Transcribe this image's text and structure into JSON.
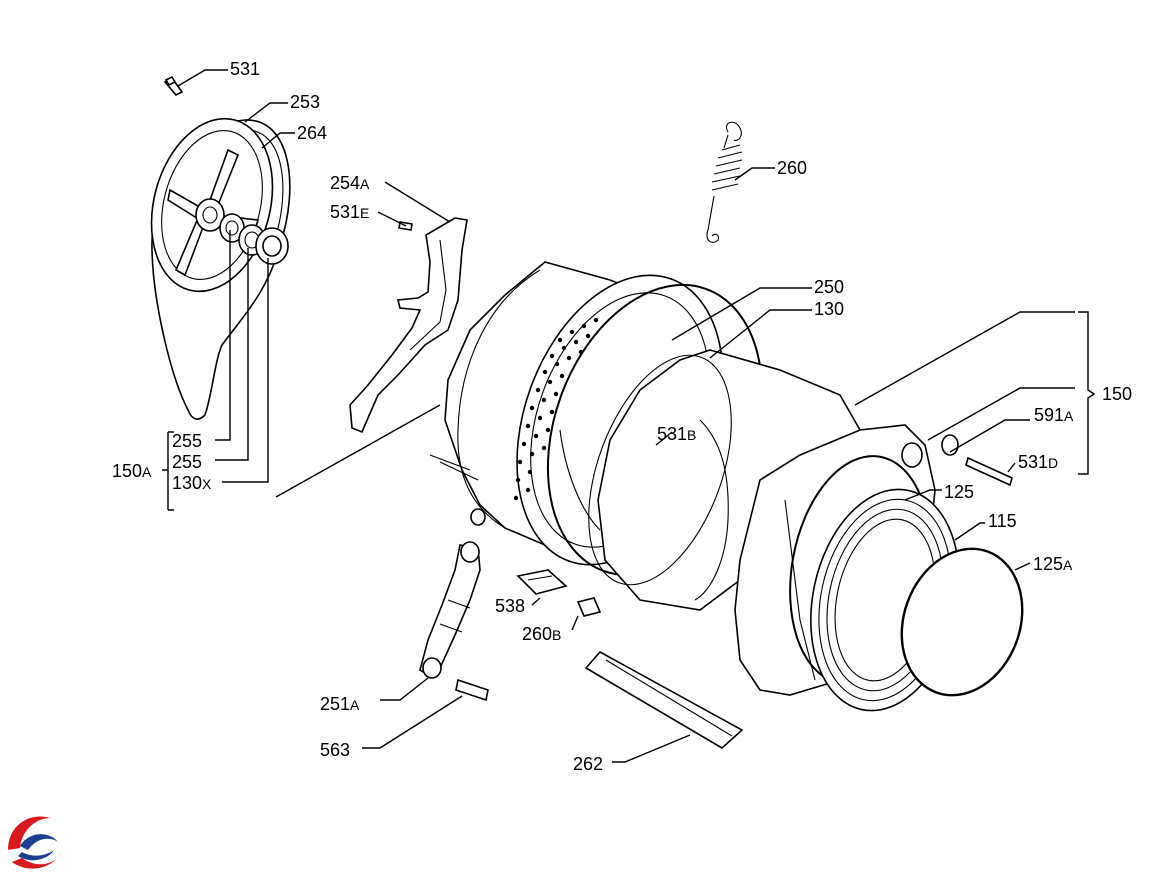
{
  "callouts": {
    "c531": {
      "num": "531",
      "suffix": ""
    },
    "c253": {
      "num": "253",
      "suffix": ""
    },
    "c264": {
      "num": "264",
      "suffix": ""
    },
    "c254A": {
      "num": "254",
      "suffix": "A"
    },
    "c531E": {
      "num": "531",
      "suffix": "E"
    },
    "c260": {
      "num": "260",
      "suffix": ""
    },
    "c250": {
      "num": "250",
      "suffix": ""
    },
    "c130": {
      "num": "130",
      "suffix": ""
    },
    "c150": {
      "num": "150",
      "suffix": ""
    },
    "c591A": {
      "num": "591",
      "suffix": "A"
    },
    "c531D": {
      "num": "531",
      "suffix": "D"
    },
    "c531B": {
      "num": "531",
      "suffix": "B"
    },
    "c125": {
      "num": "125",
      "suffix": ""
    },
    "c115": {
      "num": "115",
      "suffix": ""
    },
    "c125A": {
      "num": "125",
      "suffix": "A"
    },
    "c255a": {
      "num": "255",
      "suffix": ""
    },
    "c255b": {
      "num": "255",
      "suffix": ""
    },
    "c130X": {
      "num": "130",
      "suffix": "X"
    },
    "c150A": {
      "num": "150",
      "suffix": "A"
    },
    "c538": {
      "num": "538",
      "suffix": ""
    },
    "c260B": {
      "num": "260",
      "suffix": "B"
    },
    "c251A": {
      "num": "251",
      "suffix": "A"
    },
    "c563": {
      "num": "563",
      "suffix": ""
    },
    "c262": {
      "num": "262",
      "suffix": ""
    }
  },
  "logo": {
    "icon": "brand-swirl-logo",
    "colors": {
      "red": "#d71920",
      "blue": "#1d3f8f"
    }
  },
  "colors": {
    "line": "#000000",
    "background": "#ffffff"
  }
}
